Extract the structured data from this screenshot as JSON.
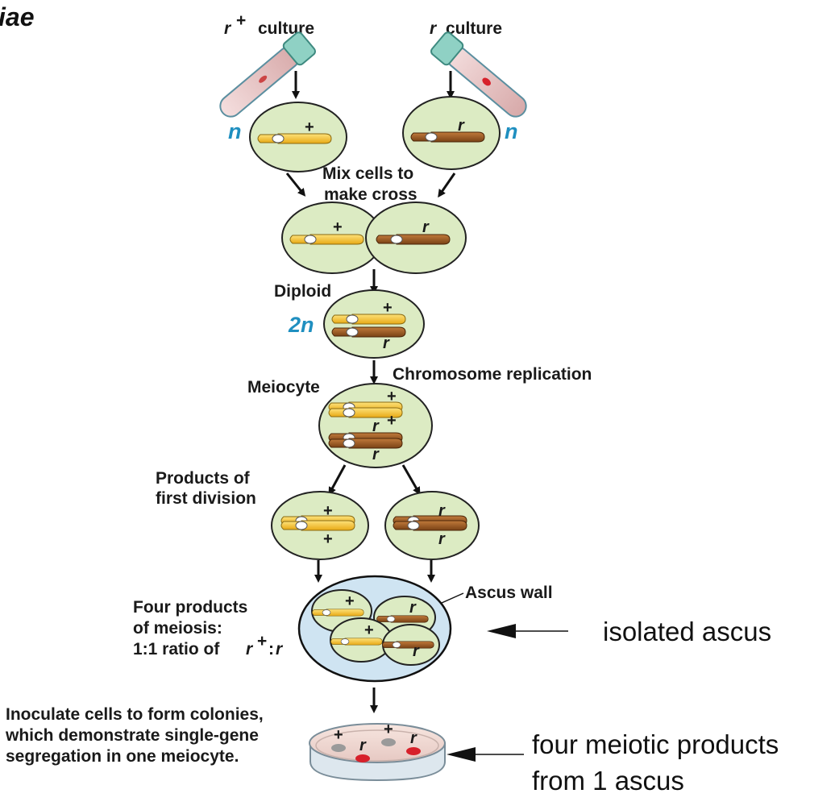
{
  "title_fragment": "iae",
  "cultures": {
    "left_symbol": "r",
    "left_superscript": "+",
    "left_label": "culture",
    "right_symbol": "r",
    "right_label": "culture"
  },
  "ploidy": {
    "haploid": "n",
    "diploid": "2n"
  },
  "steps": {
    "mix": [
      "Mix cells to",
      "make cross"
    ],
    "diploid": "Diploid",
    "replication": "Chromosome replication",
    "meiocyte": "Meiocyte",
    "first_division": [
      "Products of",
      "first division"
    ],
    "ascus_wall": "Ascus wall",
    "four_products": [
      "Four products",
      "of meiosis:",
      "1:1 ratio of",
      "r",
      "+",
      ":",
      "r"
    ],
    "inoculate": [
      "Inoculate cells to form colonies,",
      "which demonstrate single-gene",
      "segregation in one meiocyte."
    ]
  },
  "alleles": {
    "plus": "+",
    "r": "r"
  },
  "annotations": {
    "isolated": "isolated ascus",
    "meiotic_line1": "four meiotic products",
    "meiotic_line2": "from 1 ascus"
  },
  "colors": {
    "cell_fill": "#dcebc3",
    "plus_chromosome": "#f3c22e",
    "r_chromosome": "#9a5a25",
    "ploidy_text": "#1f8fc0",
    "ascus_fill": "#cfe4f2",
    "colony_red": "#d7202a",
    "colony_grey": "#9a9a9a"
  }
}
